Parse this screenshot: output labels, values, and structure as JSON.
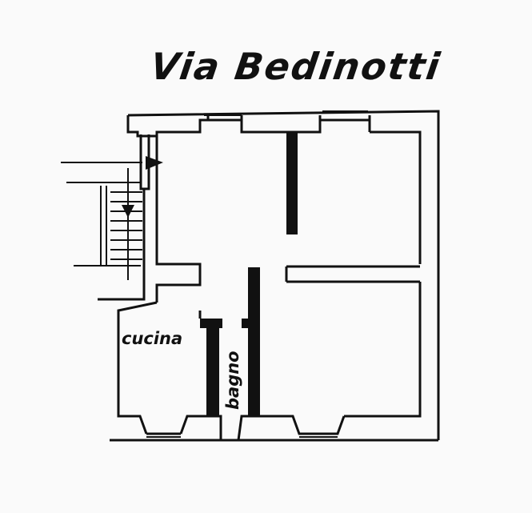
{
  "plan": {
    "street_label": "Via Bedinotti",
    "rooms": {
      "kitchen": "cucina",
      "bathroom": "bagno"
    },
    "colors": {
      "ink": "#111111",
      "paper": "#fafafa"
    }
  }
}
